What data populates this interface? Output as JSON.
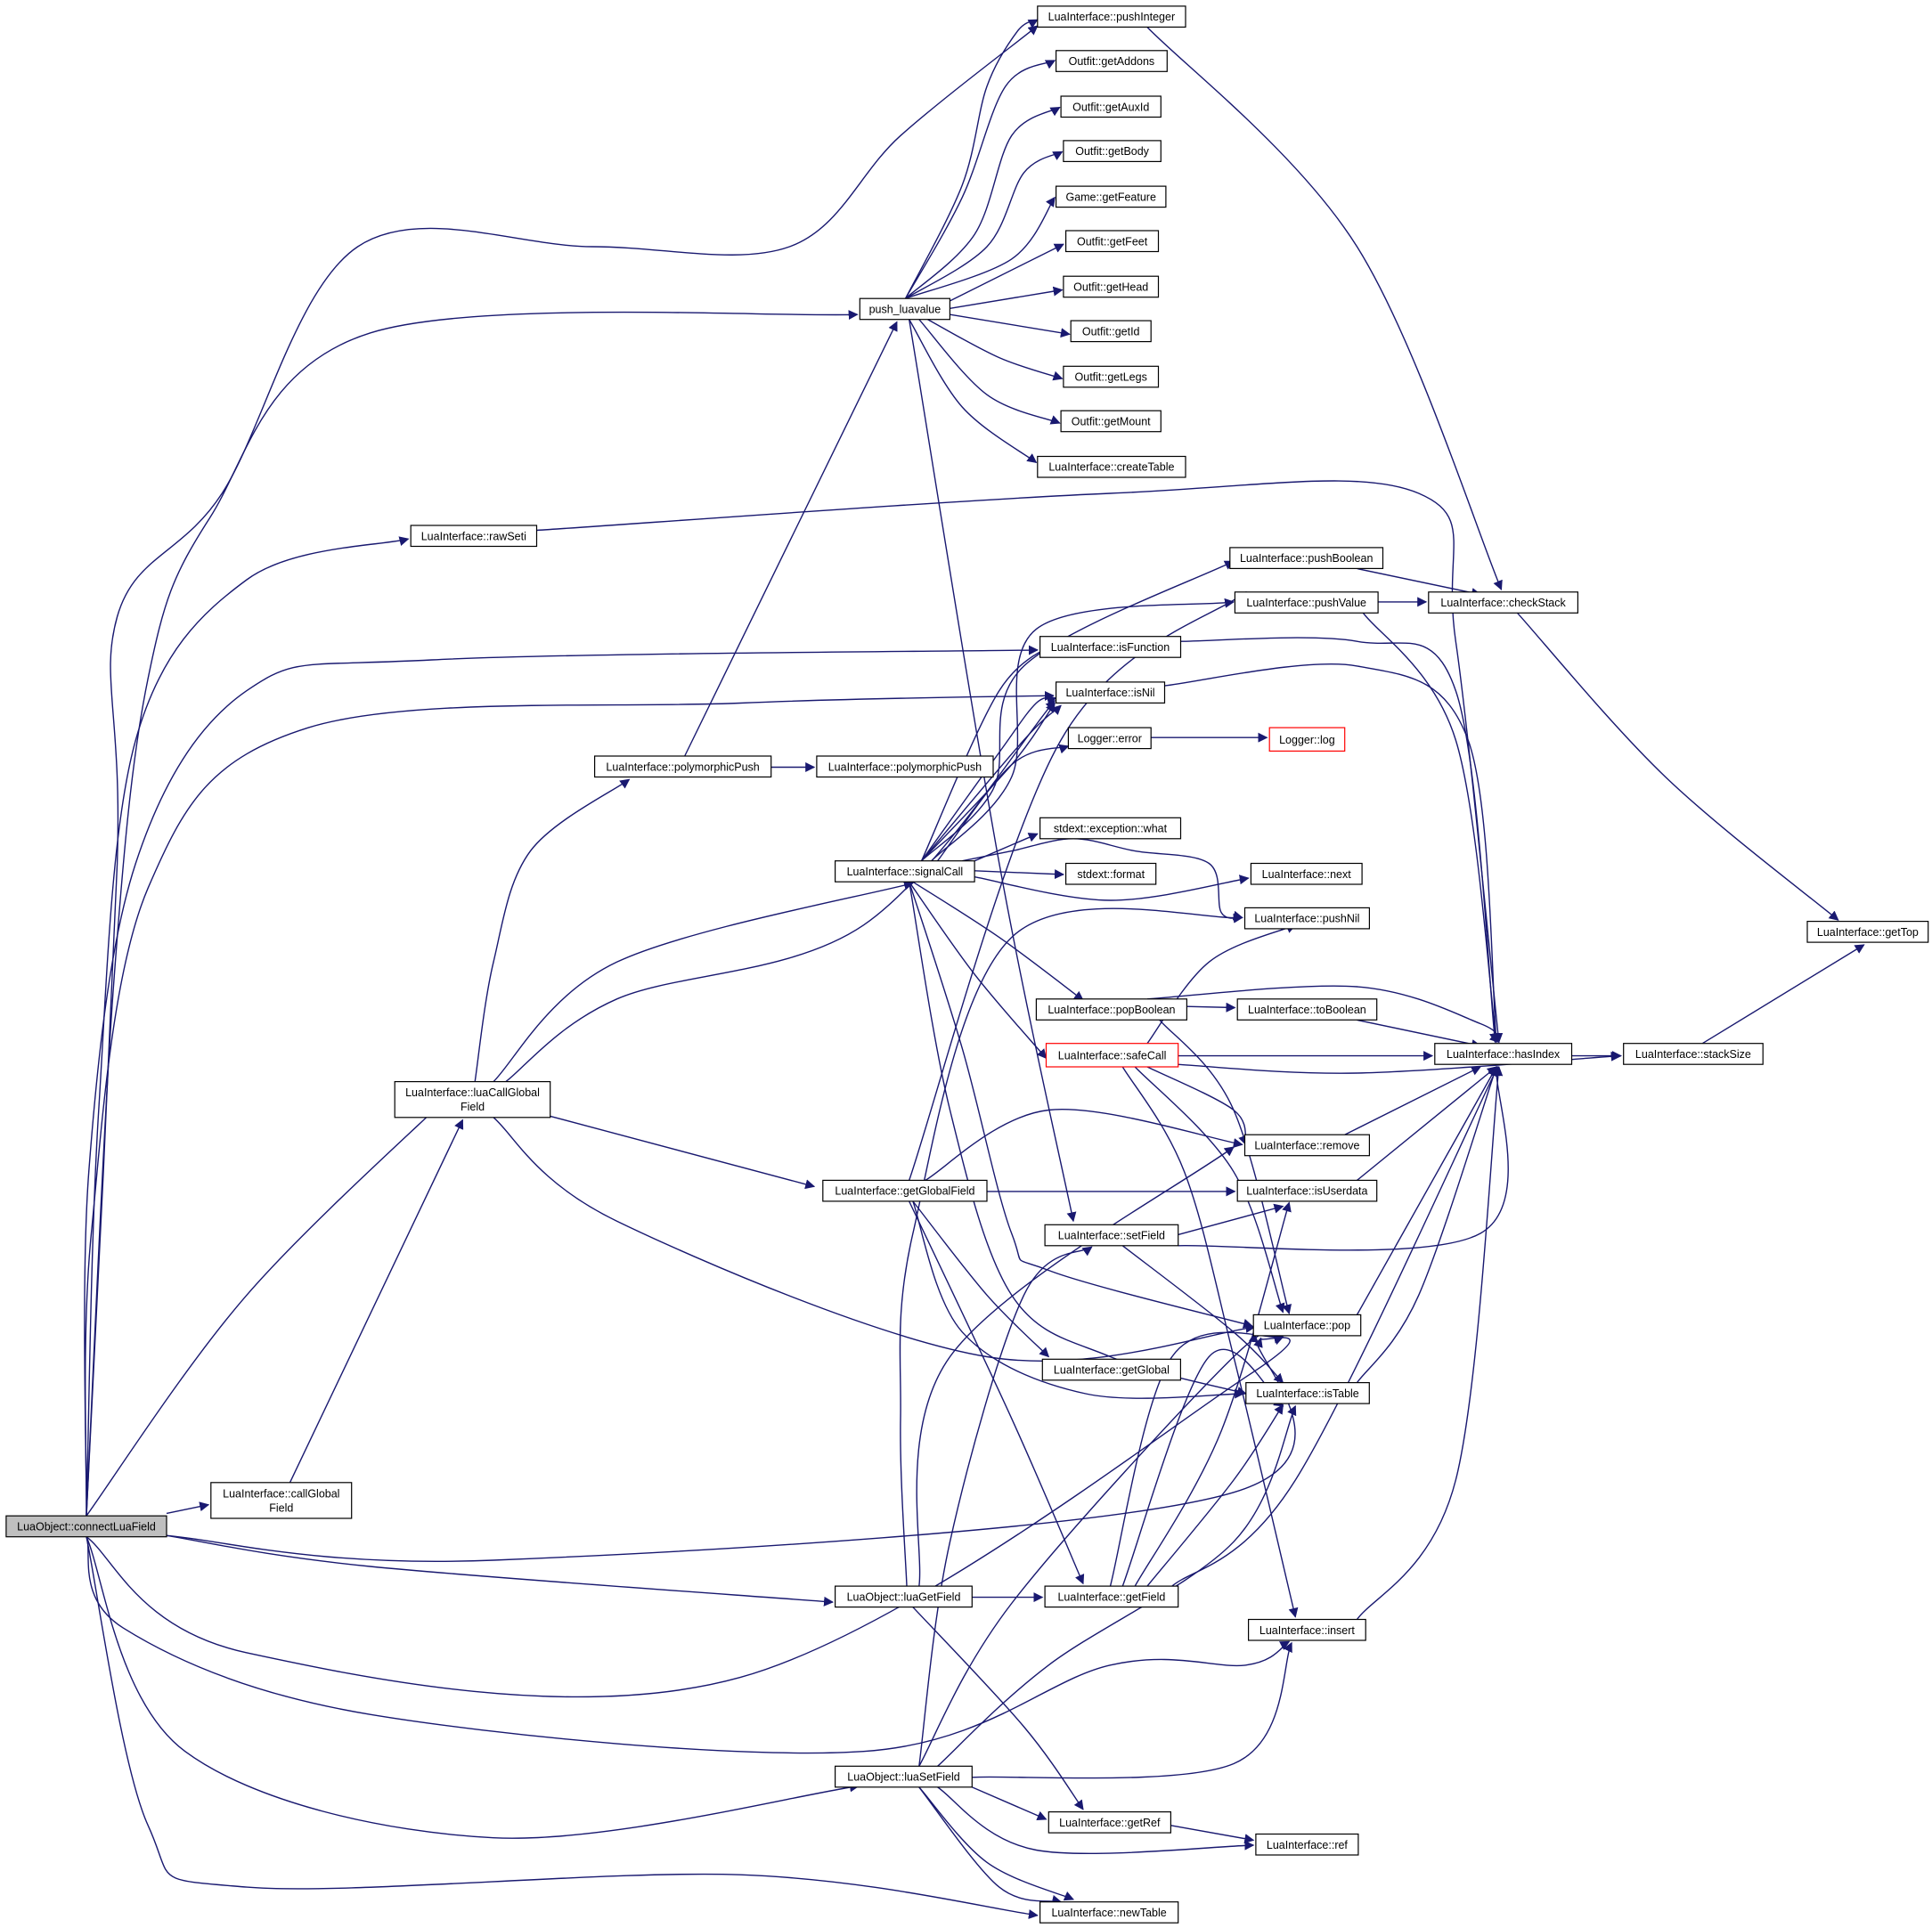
{
  "colors": {
    "edge": "#191970",
    "node_border": "#000000",
    "node_fill": "#ffffff",
    "root_fill": "#bfbfbf",
    "truncated_border": "#ff0000"
  },
  "nodes": [
    {
      "id": "connectLuaField",
      "label": [
        "LuaObject::connectLuaField"
      ]
    },
    {
      "id": "pushInteger",
      "label": [
        "LuaInterface::pushInteger"
      ]
    },
    {
      "id": "getAddons",
      "label": [
        "Outfit::getAddons"
      ]
    },
    {
      "id": "getAuxId",
      "label": [
        "Outfit::getAuxId"
      ]
    },
    {
      "id": "getBody",
      "label": [
        "Outfit::getBody"
      ]
    },
    {
      "id": "getFeature",
      "label": [
        "Game::getFeature"
      ]
    },
    {
      "id": "getFeet",
      "label": [
        "Outfit::getFeet"
      ]
    },
    {
      "id": "getHead",
      "label": [
        "Outfit::getHead"
      ]
    },
    {
      "id": "getId",
      "label": [
        "Outfit::getId"
      ]
    },
    {
      "id": "getLegs",
      "label": [
        "Outfit::getLegs"
      ]
    },
    {
      "id": "getMount",
      "label": [
        "Outfit::getMount"
      ]
    },
    {
      "id": "createTable",
      "label": [
        "LuaInterface::createTable"
      ]
    },
    {
      "id": "push_luavalue",
      "label": [
        "push_luavalue"
      ]
    },
    {
      "id": "rawSeti",
      "label": [
        "LuaInterface::rawSeti"
      ]
    },
    {
      "id": "pushBoolean",
      "label": [
        "LuaInterface::pushBoolean"
      ]
    },
    {
      "id": "pushValue",
      "label": [
        "LuaInterface::pushValue"
      ]
    },
    {
      "id": "checkStack",
      "label": [
        "LuaInterface::checkStack"
      ]
    },
    {
      "id": "isFunction",
      "label": [
        "LuaInterface::isFunction"
      ]
    },
    {
      "id": "isNil",
      "label": [
        "LuaInterface::isNil"
      ]
    },
    {
      "id": "loggerError",
      "label": [
        "Logger::error"
      ]
    },
    {
      "id": "loggerLog",
      "label": [
        "Logger::log"
      ],
      "truncated": true
    },
    {
      "id": "polymorphicPush1",
      "label": [
        "LuaInterface::polymorphicPush"
      ]
    },
    {
      "id": "polymorphicPush2",
      "label": [
        "LuaInterface::polymorphicPush"
      ]
    },
    {
      "id": "exceptionWhat",
      "label": [
        "stdext::exception::what"
      ]
    },
    {
      "id": "signalCall",
      "label": [
        "LuaInterface::signalCall"
      ]
    },
    {
      "id": "stdextFormat",
      "label": [
        "stdext::format"
      ]
    },
    {
      "id": "next",
      "label": [
        "LuaInterface::next"
      ]
    },
    {
      "id": "pushNil",
      "label": [
        "LuaInterface::pushNil"
      ]
    },
    {
      "id": "getTop",
      "label": [
        "LuaInterface::getTop"
      ]
    },
    {
      "id": "popBoolean",
      "label": [
        "LuaInterface::popBoolean"
      ]
    },
    {
      "id": "toBoolean",
      "label": [
        "LuaInterface::toBoolean"
      ]
    },
    {
      "id": "safeCall",
      "label": [
        "LuaInterface::safeCall"
      ],
      "truncated": true
    },
    {
      "id": "hasIndex",
      "label": [
        "LuaInterface::hasIndex"
      ]
    },
    {
      "id": "stackSize",
      "label": [
        "LuaInterface::stackSize"
      ]
    },
    {
      "id": "luaCallGlobalField",
      "label": [
        "LuaInterface::luaCallGlobal",
        "Field"
      ]
    },
    {
      "id": "remove",
      "label": [
        "LuaInterface::remove"
      ]
    },
    {
      "id": "getGlobalField",
      "label": [
        "LuaInterface::getGlobalField"
      ]
    },
    {
      "id": "isUserdata",
      "label": [
        "LuaInterface::isUserdata"
      ]
    },
    {
      "id": "setField",
      "label": [
        "LuaInterface::setField"
      ]
    },
    {
      "id": "pop",
      "label": [
        "LuaInterface::pop"
      ]
    },
    {
      "id": "getGlobal",
      "label": [
        "LuaInterface::getGlobal"
      ]
    },
    {
      "id": "isTable",
      "label": [
        "LuaInterface::isTable"
      ]
    },
    {
      "id": "callGlobalField",
      "label": [
        "LuaInterface::callGlobal",
        "Field"
      ]
    },
    {
      "id": "luaGetField",
      "label": [
        "LuaObject::luaGetField"
      ]
    },
    {
      "id": "getField",
      "label": [
        "LuaInterface::getField"
      ]
    },
    {
      "id": "insert",
      "label": [
        "LuaInterface::insert"
      ]
    },
    {
      "id": "luaSetField",
      "label": [
        "LuaObject::luaSetField"
      ]
    },
    {
      "id": "getRef",
      "label": [
        "LuaInterface::getRef"
      ]
    },
    {
      "id": "ref",
      "label": [
        "LuaInterface::ref"
      ]
    },
    {
      "id": "newTable",
      "label": [
        "LuaInterface::newTable"
      ]
    }
  ]
}
